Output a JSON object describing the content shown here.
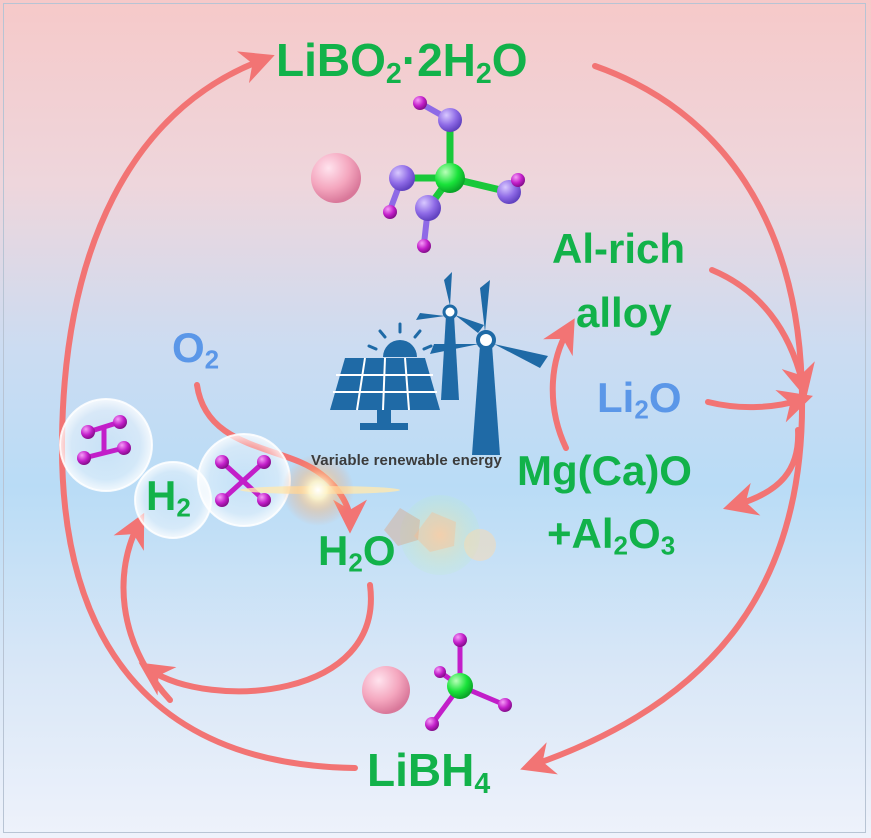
{
  "labels": {
    "top": {
      "main": "LiBO",
      "s1": "2",
      "mid": "·2H",
      "s2": "2",
      "end": "O"
    },
    "al_rich_1": "Al-rich",
    "al_rich_2": "alloy",
    "li2o": {
      "a": "Li",
      "s": "2",
      "b": "O"
    },
    "mgcao": "Mg(Ca)O",
    "al2o3": {
      "a": "+Al",
      "s1": "2",
      "b": "O",
      "s2": "3"
    },
    "o2": {
      "a": "O",
      "s": "2"
    },
    "h2": {
      "a": "H",
      "s": "2"
    },
    "h2o": {
      "a": "H",
      "s": "2",
      "b": "O"
    },
    "libh4": {
      "a": "LiBH",
      "s": "4"
    },
    "energy_caption": "Variable renewable energy"
  },
  "colors": {
    "arrow": "#f27474",
    "label_green": "#12b24a",
    "label_blue": "#5b97e8",
    "lithium_atom": "#f4a6be",
    "boron_atom": "#19e33a",
    "oxygen_atom": "#8e6ae6",
    "hydrogen_atom": "#c21ec9",
    "energy_icon": "#1f6aa6"
  },
  "icons": [
    "solar-panel-icon",
    "wind-turbine-icon",
    "sun-icon",
    "libo2-molecule-icon",
    "libh4-molecule-icon",
    "h2-bubble-icon",
    "lens-flare-icon"
  ]
}
